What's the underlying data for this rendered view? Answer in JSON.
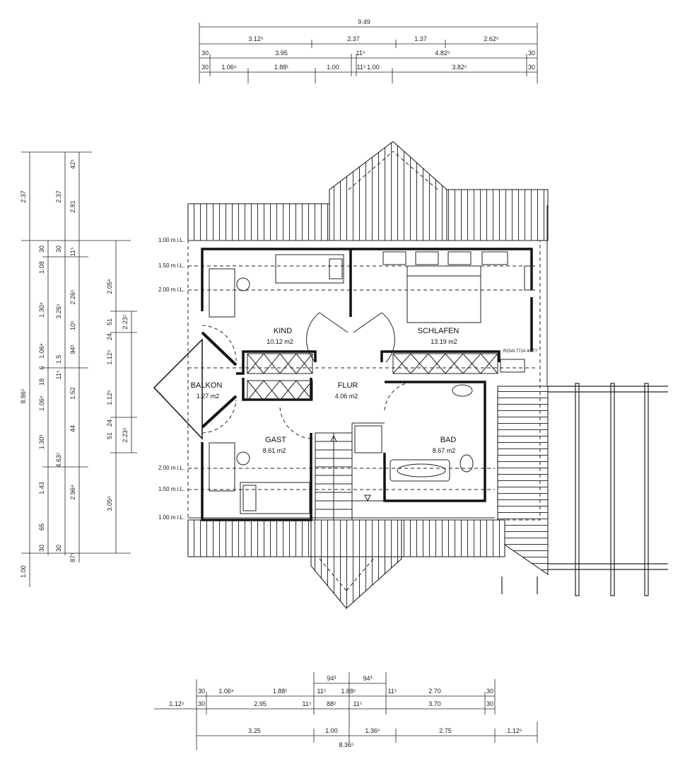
{
  "dimensions": {
    "top": {
      "overall": "9.49",
      "row1": [
        "3.12⁵",
        "2.37",
        "1.37",
        "2.62⁵"
      ],
      "row2": [
        "30",
        "3.95",
        "11⁵",
        "4.82⁵",
        "30"
      ],
      "row3": [
        "30",
        "1.06⁹",
        "1.88¹",
        "1.00",
        "11⁵",
        "1.00",
        "3.82⁵",
        "30"
      ]
    },
    "bottom": {
      "row1": [
        "94³",
        "94³"
      ],
      "row2": [
        "30",
        "1.06⁹",
        "1.88¹",
        "11⁵",
        "1.88⁵",
        "11⁵",
        "2.70",
        "30"
      ],
      "row3": [
        "1.12⁵",
        "30",
        "2.95",
        "11⁵",
        "88⁵",
        "11⁵",
        "3.70",
        "30"
      ],
      "row4": [
        "3.25",
        "1.00",
        "1.36⁵",
        "2.75",
        "1.12⁵"
      ],
      "overall": "8.36⁵"
    },
    "left": {
      "col1": [
        "2.37",
        "8.86⁵",
        "1.00"
      ],
      "col2": [
        "30",
        "1.08",
        "1.30⁴",
        "1.06⁹",
        "6",
        "18",
        "1.06⁹",
        "1.30³",
        "1.43",
        "65",
        "30"
      ],
      "col3": [
        "2.37",
        "30",
        "3.26⁵",
        "1.5",
        "11⁵",
        "4.63⁵",
        "30"
      ],
      "col4": [
        "42⁵",
        "2.81",
        "11⁵",
        "2.26⁵",
        "10⁵",
        "94³",
        "1.52",
        "44",
        "2.96⁸",
        "87⁵"
      ],
      "col5": [
        "2.05⁸",
        "51",
        "24",
        "1.12⁵",
        "1.12⁵",
        "24",
        "51",
        "3.05⁸"
      ],
      "col6": [
        "2.23⁵",
        "2.23⁵"
      ]
    }
  },
  "height_lines": {
    "top": [
      "1.00 m i.L.",
      "1.50 m i.L.",
      "2.00 m i.L."
    ],
    "bottom": [
      "2.00 m i.L.",
      "1.50 m i.L.",
      "1.00 m i.L."
    ]
  },
  "rooms": [
    {
      "name": "KIND",
      "area": "10.12 m2"
    },
    {
      "name": "SCHLAFEN",
      "area": "13.19 m2"
    },
    {
      "name": "BALKON",
      "area": "1.27 m2"
    },
    {
      "name": "FLUR",
      "area": "4.06 m2"
    },
    {
      "name": "GAST",
      "area": "8.61 m2"
    },
    {
      "name": "BAD",
      "area": "8.67 m2"
    }
  ],
  "window_label": "ROVA 7724 40/77"
}
